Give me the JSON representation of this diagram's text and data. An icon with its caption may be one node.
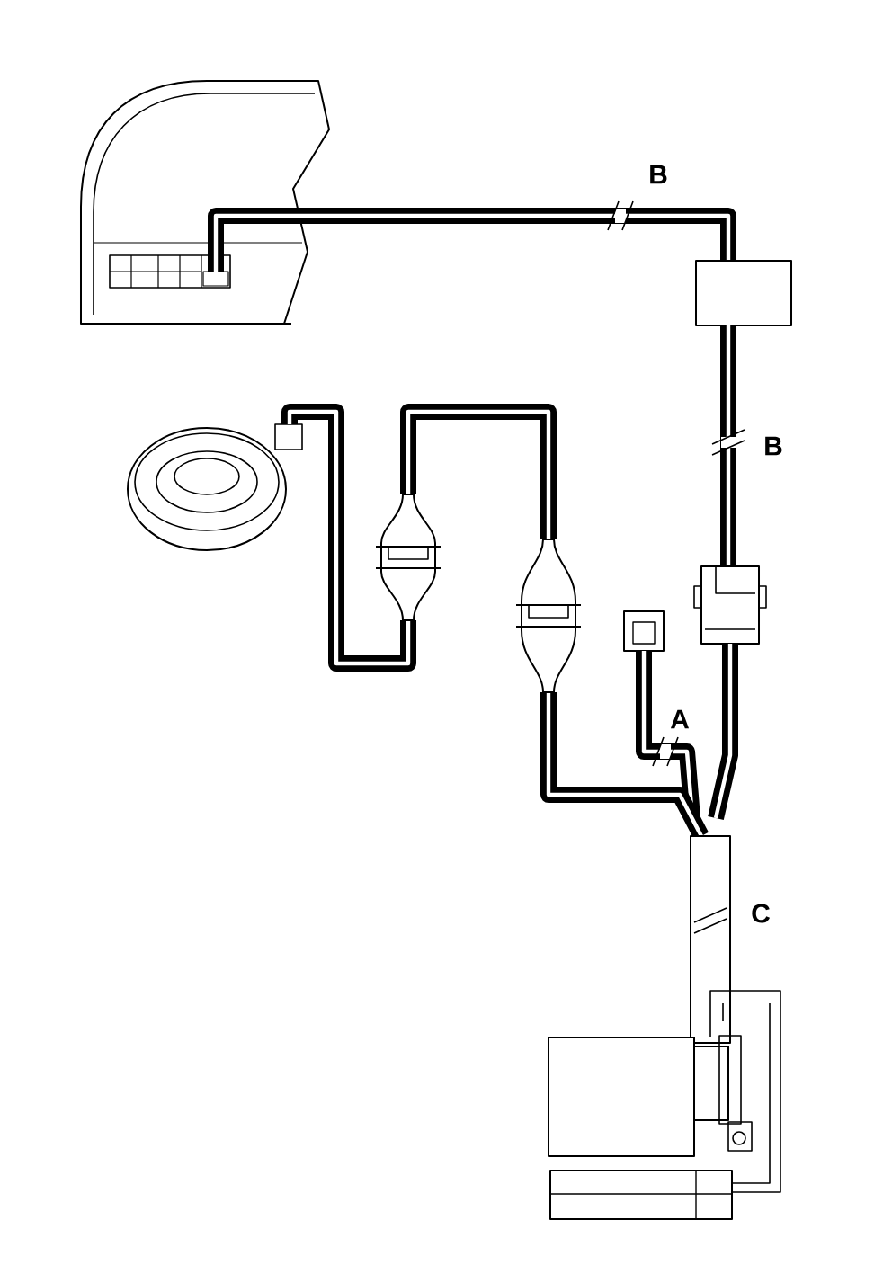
{
  "diagram": {
    "labels": [
      "B",
      "B",
      "A",
      "C"
    ]
  }
}
